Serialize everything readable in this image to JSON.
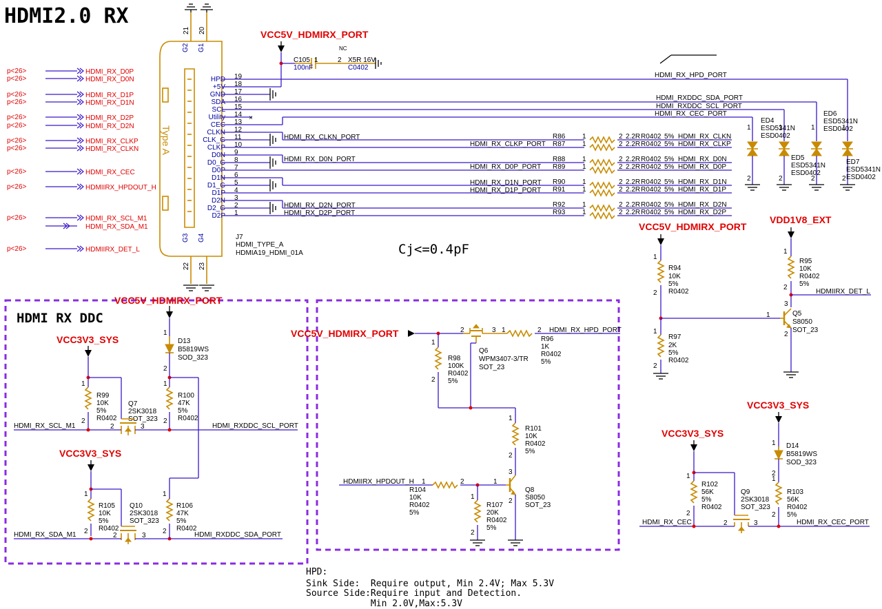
{
  "title": "HDMI2.0 RX",
  "note_cj": "Cj<=0.4pF",
  "hpd_note": [
    "HPD:",
    "Sink Side:  Require output, Min 2.4V; Max 5.3V",
    "Source Side:Require input and Detection.",
    "            Min 2.0V,Max:5.3V"
  ],
  "ddc_block_title": "HDMI RX DDC",
  "connector": {
    "ref": "J7",
    "value": "HDMI_TYPE_A",
    "footprint": "HDMIA19_HDMI_01A",
    "body_label": "Type A",
    "gnd_pins": [
      "G2",
      "G1",
      "G3",
      "G4"
    ],
    "gnd_pin_numbers": [
      "21",
      "20",
      "22",
      "23"
    ],
    "pins": [
      {
        "num": "19",
        "name": "HPD"
      },
      {
        "num": "18",
        "name": "+5V"
      },
      {
        "num": "17",
        "name": "GND"
      },
      {
        "num": "16",
        "name": "SDA"
      },
      {
        "num": "15",
        "name": "SCL"
      },
      {
        "num": "14",
        "name": "Utility"
      },
      {
        "num": "13",
        "name": "CEC"
      },
      {
        "num": "12",
        "name": "CLKN"
      },
      {
        "num": "11",
        "name": "CLK_G"
      },
      {
        "num": "10",
        "name": "CLKP"
      },
      {
        "num": "9",
        "name": "D0N"
      },
      {
        "num": "8",
        "name": "D0_G"
      },
      {
        "num": "7",
        "name": "D0P"
      },
      {
        "num": "6",
        "name": "D1N"
      },
      {
        "num": "5",
        "name": "D1_G"
      },
      {
        "num": "4",
        "name": "D1P"
      },
      {
        "num": "3",
        "name": "D2N"
      },
      {
        "num": "2",
        "name": "D2_G"
      },
      {
        "num": "1",
        "name": "D2P"
      }
    ]
  },
  "offpage_ref": "p<26>",
  "offpage": [
    "HDMI_RX_D0P",
    "HDMI_RX_D0N",
    "HDMI_RX_D1P",
    "HDMI_RX_D1N",
    "HDMI_RX_D2P",
    "HDMI_RX_D2N",
    "HDMI_RX_CLKP",
    "HDMI_RX_CLKN",
    "HDMI_RX_CEC",
    "HDMIIRX_HPDOUT_H",
    "HDMI_RX_SCL_M1",
    "HDMI_RX_SDA_M1",
    "HDMIIRX_DET_L"
  ],
  "power": {
    "vcc5v_port": "VCC5V_HDMIRX_PORT",
    "vcc3v3": "VCC3V3_SYS",
    "vdd1v8": "VDD1V8_EXT"
  },
  "nets": {
    "hpd_port": "HDMI_RX_HPD_PORT",
    "sda_port": "HDMI_RXDDC_SDA_PORT",
    "scl_port": "HDMI_RXDDC_SCL_PORT",
    "cec_port": "HDMI_RX_CEC_PORT",
    "clkn_port": "HDMI_RX_CLKN_PORT",
    "clkp_port": "HDMI_RX_CLKP_PORT",
    "d0n_port": "HDMI_RX_D0N_PORT",
    "d0p_port": "HDMI_RX_D0P_PORT",
    "d1n_port": "HDMI_RX_D1N_PORT",
    "d1p_port": "HDMI_RX_D1P_PORT",
    "d2n_port": "HDMI_RX_D2N_PORT",
    "d2p_port": "HDMI_RX_D2P_PORT",
    "clkn": "HDMI_RX_CLKN",
    "clkp": "HDMI_RX_CLKP",
    "d0n": "HDMI_RX_D0N",
    "d0p": "HDMI_RX_D0P",
    "d1n": "HDMI_RX_D1N",
    "d1p": "HDMI_RX_D1P",
    "d2n": "HDMI_RX_D2N",
    "d2p": "HDMI_RX_D2P",
    "scl_m1": "HDMI_RX_SCL_M1",
    "sda_m1": "HDMI_RX_SDA_M1",
    "hpdout": "HDMIIRX_HPDOUT_H",
    "det_l": "HDMIIRX_DET_L",
    "cec": "HDMI_RX_CEC"
  },
  "cap": {
    "ref": "C105",
    "value": "100nF",
    "rating": "X5R 16V",
    "pkg": "C0402",
    "nc": "NC",
    "pin1": "1",
    "pin2": "2"
  },
  "series_res": [
    {
      "ref": "R86",
      "value": "2.2R",
      "pkg": "R0402",
      "tol": "5%"
    },
    {
      "ref": "R87",
      "value": "2.2R",
      "pkg": "R0402",
      "tol": "5%"
    },
    {
      "ref": "R88",
      "value": "2.2R",
      "pkg": "R0402",
      "tol": "5%"
    },
    {
      "ref": "R89",
      "value": "2.2R",
      "pkg": "R0402",
      "tol": "5%"
    },
    {
      "ref": "R90",
      "value": "2.2R",
      "pkg": "R0402",
      "tol": "5%"
    },
    {
      "ref": "R91",
      "value": "2.2R",
      "pkg": "R0402",
      "tol": "5%"
    },
    {
      "ref": "R92",
      "value": "2.2R",
      "pkg": "R0402",
      "tol": "5%"
    },
    {
      "ref": "R93",
      "value": "2.2R",
      "pkg": "R0402",
      "tol": "5%"
    }
  ],
  "esd": [
    {
      "ref": "ED4",
      "part": "ESD5341N",
      "pkg": "ESD0402"
    },
    {
      "ref": "ED5",
      "part": "ESD5341N",
      "pkg": "ESD0402"
    },
    {
      "ref": "ED6",
      "part": "ESD5341N",
      "pkg": "ESD0402"
    },
    {
      "ref": "ED7",
      "part": "ESD5341N",
      "pkg": "ESD0402"
    }
  ],
  "det": {
    "r94": [
      "R94",
      "10K",
      "5%",
      "R0402"
    ],
    "r97": [
      "R97",
      "2K",
      "5%",
      "R0402"
    ],
    "r95": [
      "R95",
      "10K",
      "R0402",
      "5%"
    ],
    "q5": [
      "Q5",
      "S8050",
      "SOT_23"
    ]
  },
  "ddc": {
    "r99": [
      "R99",
      "10K",
      "5%",
      "R0402"
    ],
    "q7": [
      "Q7",
      "2SK3018",
      "SOT_323"
    ],
    "d13": [
      "D13",
      "B5819WS",
      "SOD_323"
    ],
    "r100": [
      "R100",
      "47K",
      "5%",
      "R0402"
    ],
    "r105": [
      "R105",
      "10K",
      "5%",
      "R0402"
    ],
    "q10": [
      "Q10",
      "2SK3018",
      "SOT_323"
    ],
    "r106": [
      "R106",
      "47K",
      "5%",
      "R0402"
    ]
  },
  "hpd": {
    "q6": [
      "Q6",
      "WPM3407-3/TR",
      "SOT_23"
    ],
    "r96": [
      "R96",
      "1K",
      "R0402",
      "5%"
    ],
    "r98": [
      "R98",
      "100K",
      "R0402",
      "5%"
    ],
    "r101": [
      "R101",
      "10K",
      "R0402",
      "5%"
    ],
    "r104": [
      "R104",
      "10K",
      "R0402",
      "5%"
    ],
    "r107": [
      "R107",
      "20K",
      "R0402",
      "5%"
    ],
    "q8": [
      "Q8",
      "S8050",
      "SOT_23"
    ]
  },
  "cec": {
    "d14": [
      "D14",
      "B5819WS",
      "SOD_323"
    ],
    "r102": [
      "R102",
      "56K",
      "5%",
      "R0402"
    ],
    "q9": [
      "Q9",
      "2SK3018",
      "SOT_323"
    ],
    "r103": [
      "R103",
      "56K",
      "R0402",
      "5%"
    ]
  }
}
